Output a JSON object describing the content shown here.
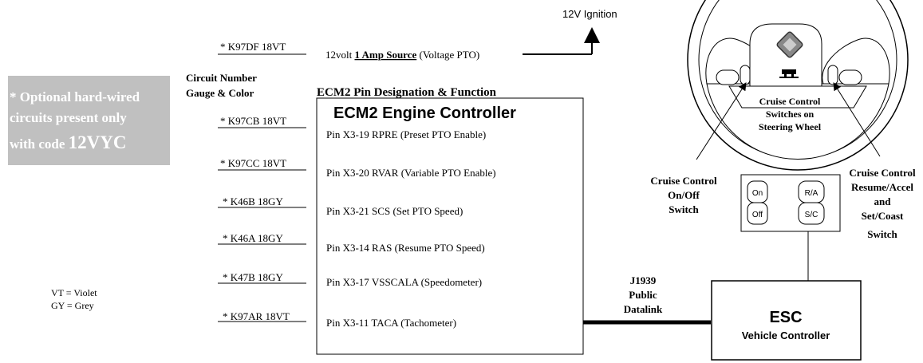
{
  "note_box": {
    "line1": "* Optional hard-wired",
    "line2": "circuits present only",
    "line3_prefix": "with code ",
    "line3_code": "12VYC"
  },
  "header": {
    "circuit_number": "Circuit Number",
    "gauge_color": "Gauge & Color",
    "pin_designation": "ECM2 Pin Designation & Function"
  },
  "ignition_label": "12V Ignition",
  "top_wire": {
    "circuit": "* K97DF 18VT",
    "text_prefix": "12volt ",
    "text_bold": "1 Amp Source",
    "text_suffix": " (Voltage PTO)"
  },
  "ecm": {
    "title": "ECM2 Engine Controller",
    "pins": [
      {
        "circuit": "* K97CB 18VT",
        "function": "Pin X3-19 RPRE (Preset PTO Enable)"
      },
      {
        "circuit": "* K97CC 18VT",
        "function": "Pin X3-20 RVAR (Variable PTO Enable)"
      },
      {
        "circuit": "* K46B 18GY",
        "function": "Pin X3-21 SCS (Set PTO Speed)"
      },
      {
        "circuit": "* K46A 18GY",
        "function": "Pin X3-14 RAS (Resume PTO Speed)"
      },
      {
        "circuit": "* K47B 18GY",
        "function": "Pin X3-17 VSSCALA (Speedometer)"
      },
      {
        "circuit": "* K97AR 18VT",
        "function": "Pin X3-11 TACA (Tachometer)"
      }
    ]
  },
  "legend": {
    "vt": "VT = Violet",
    "gy": "GY = Grey"
  },
  "datalink": {
    "line1": "J1939",
    "line2": "Public",
    "line3": "Datalink"
  },
  "esc": {
    "title": "ESC",
    "subtitle": "Vehicle Controller"
  },
  "steering": {
    "label_line1": "Cruise Control",
    "label_line2": "Switches on",
    "label_line3": "Steering Wheel"
  },
  "onoff_label": {
    "line1": "Cruise Control",
    "line2": "On/Off",
    "line3": "Switch"
  },
  "resume_label": {
    "line1": "Cruise Control",
    "line2": "Resume/Accel",
    "line3": "and",
    "line4": "Set/Coast",
    "line5": "Switch"
  },
  "switch_panel": {
    "on": "On",
    "off": "Off",
    "ra": "R/A",
    "sc": "S/C"
  }
}
